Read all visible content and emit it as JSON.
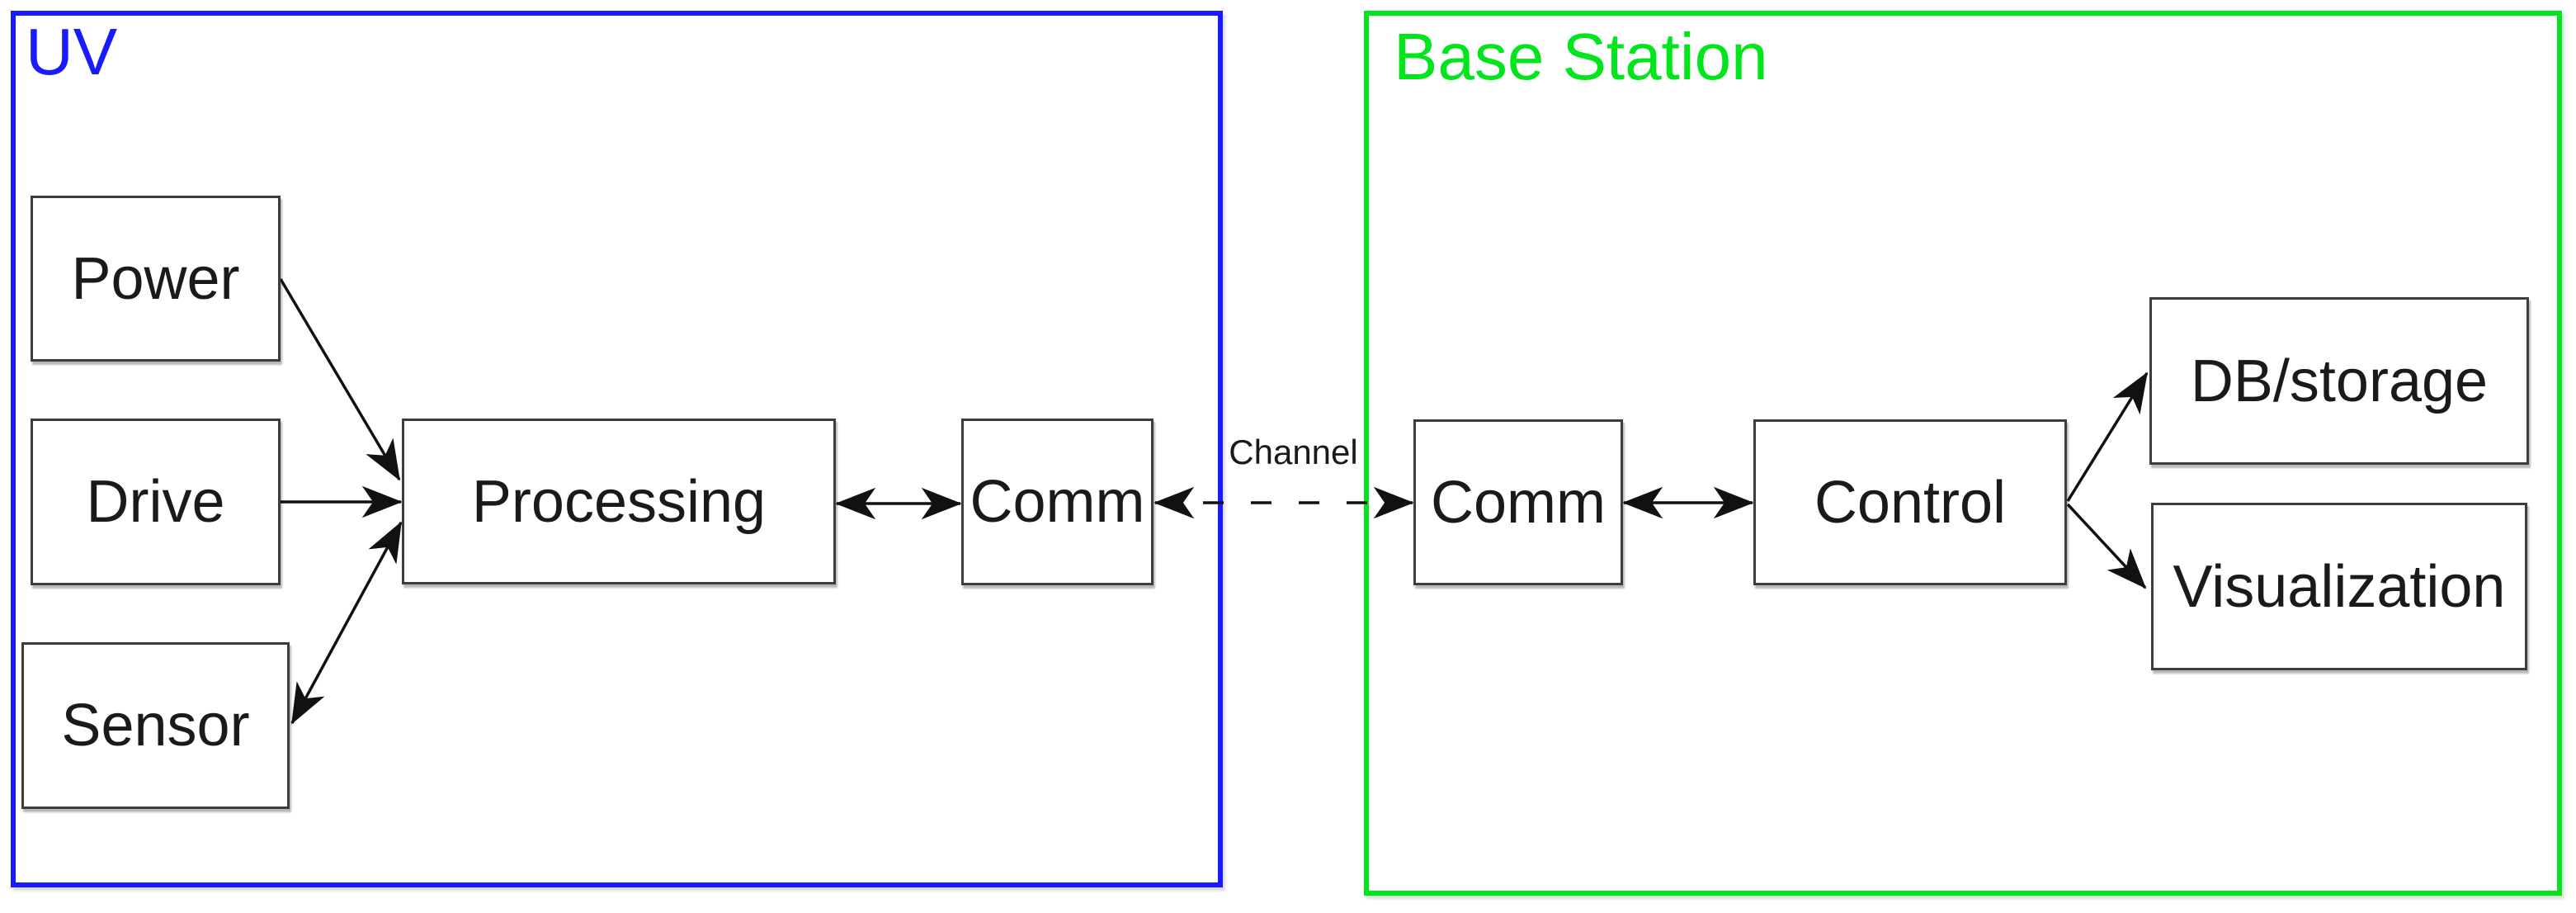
{
  "groups": {
    "uv": {
      "label": "UV",
      "color": "#1a1aff"
    },
    "base_station": {
      "label": "Base Station",
      "color": "#00e51c"
    }
  },
  "nodes": {
    "power": {
      "label": "Power"
    },
    "drive": {
      "label": "Drive"
    },
    "sensor": {
      "label": "Sensor"
    },
    "processing": {
      "label": "Processing"
    },
    "comm_uv": {
      "label": "Comm"
    },
    "comm_base": {
      "label": "Comm"
    },
    "control": {
      "label": "Control"
    },
    "db_storage": {
      "label": "DB/storage"
    },
    "visualization": {
      "label": "Visualization"
    }
  },
  "edges": [
    {
      "from": "Power",
      "to": "Processing",
      "direction": "one-way"
    },
    {
      "from": "Drive",
      "to": "Processing",
      "direction": "one-way"
    },
    {
      "from": "Sensor",
      "to": "Processing",
      "direction": "two-way"
    },
    {
      "from": "Processing",
      "to": "Comm (UV)",
      "direction": "two-way"
    },
    {
      "from": "Comm (UV)",
      "to": "Comm (Base Station)",
      "direction": "two-way",
      "style": "dashed",
      "label": "Channel"
    },
    {
      "from": "Comm (Base Station)",
      "to": "Control",
      "direction": "two-way"
    },
    {
      "from": "Control",
      "to": "DB/storage",
      "direction": "one-way"
    },
    {
      "from": "Control",
      "to": "Visualization",
      "direction": "one-way"
    }
  ]
}
